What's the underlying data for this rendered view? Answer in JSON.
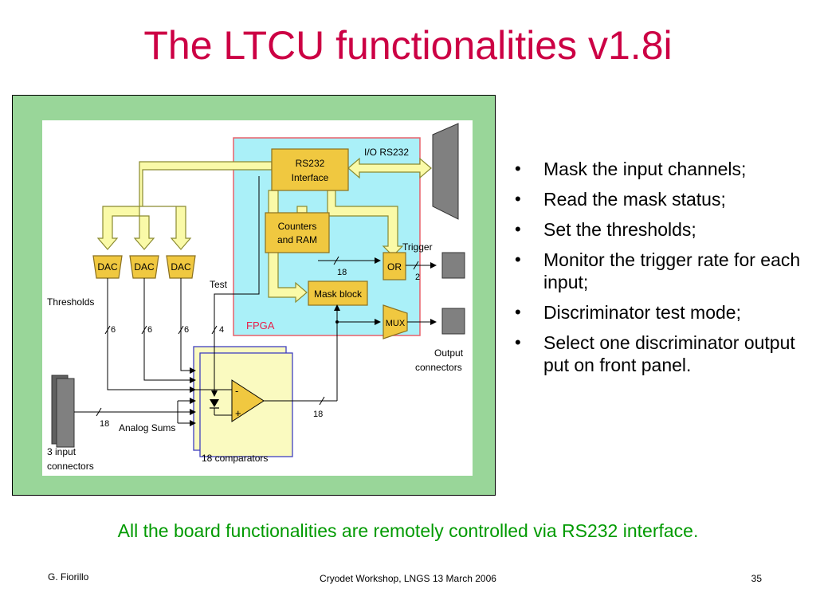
{
  "slide": {
    "title": "The LTCU functionalities v1.8i",
    "bullets": [
      "Mask the input channels;",
      "Read the mask status;",
      "Set the thresholds;",
      "Monitor the trigger rate for each input;",
      "Discriminator test mode;",
      "Select one discriminator output put on front panel."
    ],
    "bullet_symbol": "•",
    "summary": "All the board functionalities are remotely controlled via RS232 interface."
  },
  "footer": {
    "author": "G. Fiorillo",
    "event": "Cryodet Workshop, LNGS 13 March 2006",
    "page": "35"
  },
  "diagram": {
    "blocks": {
      "rs232_line1": "RS232",
      "rs232_line2": "Interface",
      "counters_line1": "Counters",
      "counters_line2": "and RAM",
      "mask_block": "Mask block",
      "or_gate": "OR",
      "mux": "MUX",
      "fpga": "FPGA",
      "dac": "DAC"
    },
    "labels": {
      "io_rs232": "I/O RS232",
      "trigger": "Trigger",
      "test": "Test",
      "thresholds": "Thresholds",
      "output_line1": "Output",
      "output_line2": "connectors",
      "analog_sums": "Analog Sums",
      "comparators": "18 comparators",
      "input_line1": "3 input",
      "input_line2": "connectors",
      "minus": "-",
      "plus": "+"
    },
    "bus_widths": {
      "mask": "18",
      "or_out": "2",
      "thr1": "6",
      "thr2": "6",
      "thr3": "6",
      "test": "4",
      "comp_out": "18",
      "analog": "18"
    },
    "colors": {
      "fpga_fill": "#aaf0f8",
      "fpga_border": "#e8606a",
      "block_fill": "#f0c840",
      "bus_fill": "#fafaa8",
      "comparator_border": "#4040c0",
      "connector_fill": "#808080",
      "frame": "#99d699"
    }
  }
}
